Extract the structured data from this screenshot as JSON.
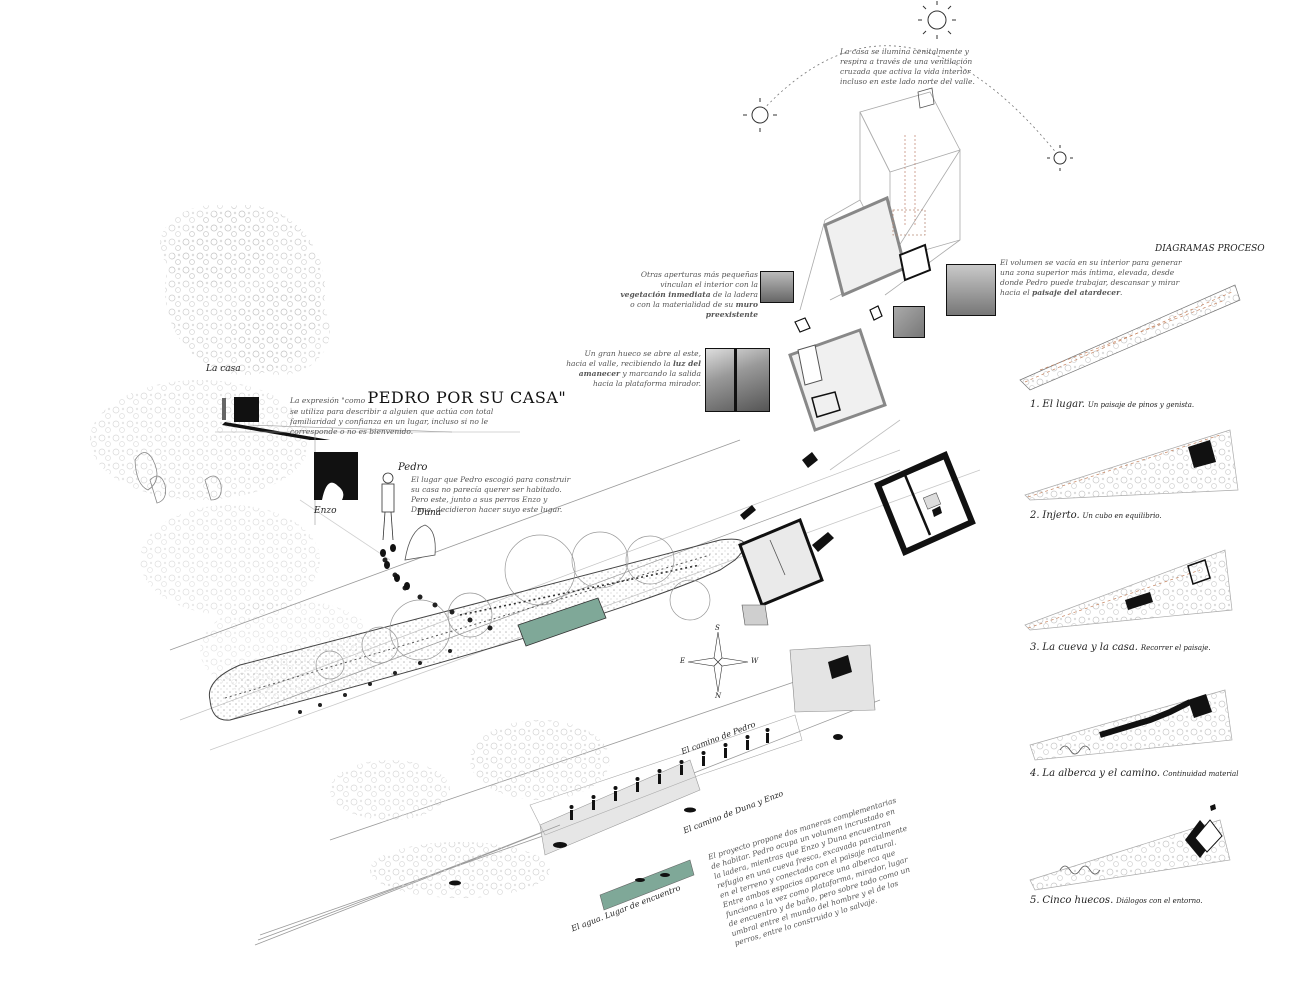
{
  "diagramas_title": "DIAGRAMAS PROCESO",
  "steps": [
    {
      "num": "1.",
      "title": "El lugar.",
      "desc": "Un paisaje de pinos y genista."
    },
    {
      "num": "2.",
      "title": "Injerto.",
      "desc": "Un cubo en equilibrio."
    },
    {
      "num": "3.",
      "title": "La cueva y la casa.",
      "desc": "Recorrer el paisaje."
    },
    {
      "num": "4.",
      "title": "La alberca y el camino.",
      "desc": "Continuidad material"
    },
    {
      "num": "5.",
      "title": "Cinco huecos.",
      "desc": "Diálogos con el entorno."
    }
  ],
  "notes": {
    "sun": "La casa se ilumina cenitalmente y respira a través de una ventilación cruzada que activa la vida interior incluso en este lado norte del valle.",
    "openings_small_1": "Otras aperturas más pequeñas vinculan el interior con la ",
    "openings_small_bold": "vegetación inmediata",
    "openings_small_2": " de la ladera o con la materialidad de su ",
    "openings_small_bold2": "muro preexistente",
    "big_opening_1": "Un gran hueco se abre al este, hacia el valle, recibiendo la ",
    "big_opening_bold": "luz del amanecer",
    "big_opening_2": " y marcando la salida hacia la plataforma mirador.",
    "volume_1": "El volumen se vacía en su interior para generar una zona superior más íntima, elevada, desde donde Pedro puede trabajar, descansar y mirar hacia el ",
    "volume_bold": "paisaje del atardecer",
    "volume_2": ".",
    "expression_pre": "La expresión \"como ",
    "expression_big": "PEDRO POR SU CASA",
    "expression_end": "\"",
    "expression_body": "se utiliza para describir a alguien que actúa con total familiaridad y confianza en un lugar, incluso si no le corresponde o no es bienvenido.",
    "place_text": "El lugar que Pedro escogió para construir su casa no parecía querer ser habitado. Pero este, junto a sus perros Enzo y Duna, decidieron hacer suyo este lugar.",
    "project_text": "El proyecto propone dos maneras complementarias de habitar. Pedro ocupa un volumen incrustado en la ladera, mientras que Enzo y Duna encuentran refugio en una cueva fresca, excavada parcialmente en el terreno y conectada con el paisaje natural. Entre ambos espacios aparece una alberca que funciona a la vez como plataforma, mirador, lugar de encuentro y de baño, pero sobre todo como un umbral entre el mundo del hombre y el de los perros, entre lo construido y lo salvaje."
  },
  "labels": {
    "la_casa": "La casa",
    "pedro": "Pedro",
    "enzo": "Enzo",
    "duna": "Duna",
    "camino_pedro": "El camino de Pedro",
    "camino_perros": "El camino de Duna y Enzo",
    "agua": "El agua. Lugar de encuentro"
  },
  "compass": {
    "n": "N",
    "s": "S",
    "e": "E",
    "w": "W"
  },
  "colors": {
    "pool": "#7fa898",
    "ink": "#111111",
    "concrete": "#d9d9d9",
    "tree": "#c8c8c8"
  }
}
